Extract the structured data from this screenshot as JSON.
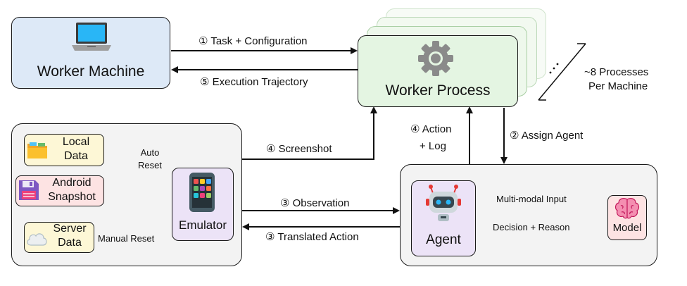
{
  "worker_machine": {
    "label": "Worker Machine"
  },
  "worker_process": {
    "label": "Worker Process"
  },
  "processes_note": {
    "line1": "~8 Processes",
    "line2": "Per Machine"
  },
  "arrows": {
    "task_config": "① Task + Configuration",
    "exec_trajectory": "⑤ Execution Trajectory",
    "screenshot": "④ Screenshot",
    "action_log_1": "④ Action",
    "action_log_2": "+ Log",
    "assign_agent": "② Assign Agent",
    "observation": "③ Observation",
    "translated_action": "③ Translated Action",
    "multimodal_input": "Multi-modal Input",
    "decision_reason": "Decision + Reason",
    "auto_reset_1": "Auto",
    "auto_reset_2": "Reset",
    "manual_reset": "Manual Reset"
  },
  "sources": {
    "local_data": [
      "Local",
      "Data"
    ],
    "android_snapshot": [
      "Android",
      "Snapshot"
    ],
    "server_data": [
      "Server",
      "Data"
    ]
  },
  "emulator": {
    "label": "Emulator"
  },
  "agent": {
    "label": "Agent"
  },
  "model": {
    "label": "Model"
  },
  "colors": {
    "worker_machine_fill": "#dde9f7",
    "worker_process_fill": "#e4f5e2",
    "local_data_fill": "#fdf7d6",
    "android_fill": "#fde3e3",
    "server_fill": "#fdf7d6",
    "emulator_fill": "#ece3f7",
    "agent_fill": "#ece3f7",
    "model_fill": "#fde3e3"
  }
}
